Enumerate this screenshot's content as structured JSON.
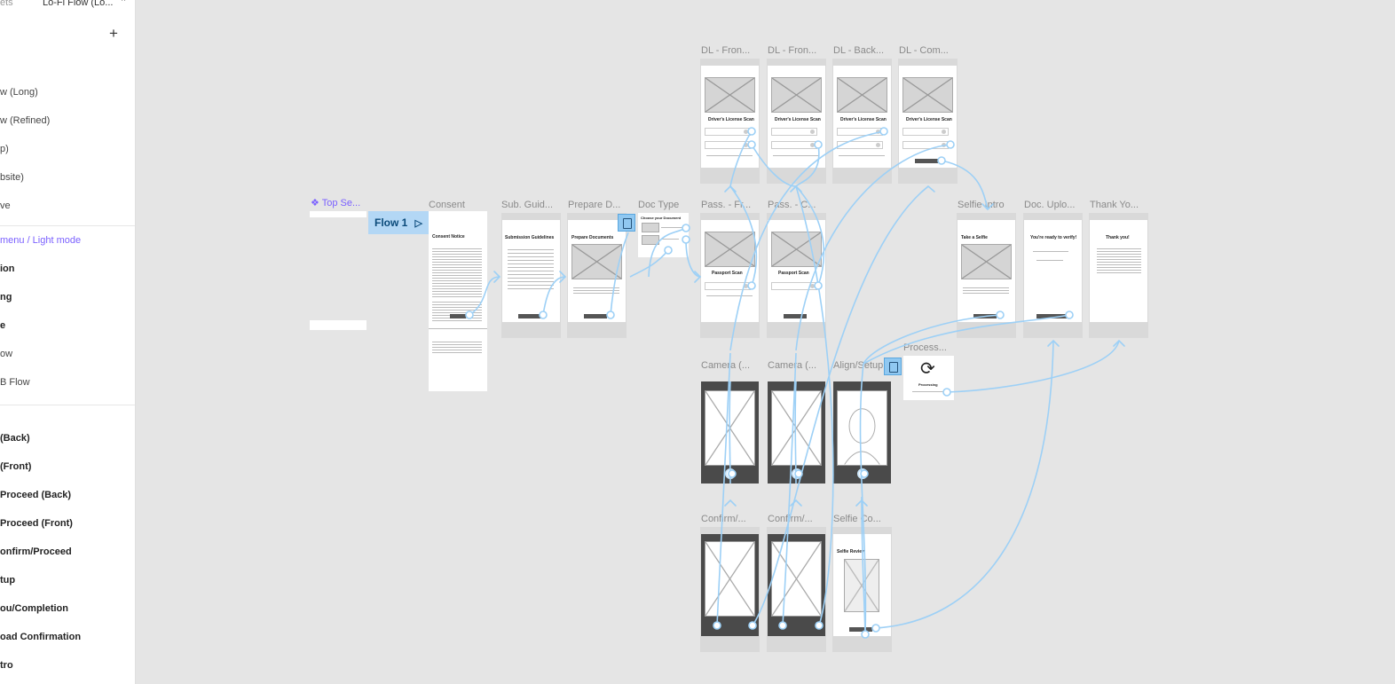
{
  "sidebar": {
    "tabs": [
      "ets",
      "Lo-Fi Flow (Lo..."
    ],
    "tab_chevron": "^",
    "add_label": "+",
    "pages": [
      "w (Long)",
      "w (Refined)",
      "p)",
      "bsite)",
      "ve",
      "menu / Light mode",
      "ion",
      "ng",
      "e",
      "ow",
      "B Flow",
      "(Back)",
      "(Front)",
      "Proceed (Back)",
      "Proceed (Front)",
      "onfirm/Proceed",
      "tup",
      "ou/Completion",
      "oad Confirmation",
      "tro"
    ]
  },
  "canvas": {
    "component_label": "❖ Top Se...",
    "flow_badge": "Flow 1",
    "flow_play": "▷",
    "frames": {
      "dl_front_1": "DL - Fron...",
      "dl_front_2": "DL - Fron...",
      "dl_back": "DL - Back...",
      "dl_complete": "DL - Com...",
      "consent": "Consent",
      "sub_guidelines": "Sub. Guid...",
      "prepare_docs": "Prepare D...",
      "doc_type": "Doc Type",
      "pass_front": "Pass. - Fr...",
      "pass_complete": "Pass. - C...",
      "selfie_intro": "Selfie Intro",
      "doc_upload": "Doc. Uplo...",
      "thank_you": "Thank Yo...",
      "camera_1": "Camera (...",
      "camera_2": "Camera (...",
      "align_setup": "Align/Setup",
      "processing": "Process...",
      "confirm_1": "Confirm/...",
      "confirm_2": "Confirm/...",
      "selfie_confirm": "Selfie Co..."
    },
    "wireframe_text": {
      "drivers_license_scan": "Driver's License Scan",
      "consent_notice": "Consent Notice",
      "submission_guidelines": "Submission Guidelines",
      "prepare_documents": "Prepare Documents",
      "choose_document": "Choose your Document",
      "passport_scan": "Passport Scan",
      "take_selfie": "Take a Selfie",
      "ready_to_verify": "You're ready to verify!",
      "thank_you": "Thank you!",
      "processing": "Processing",
      "selfie_review": "Selfie Review"
    }
  }
}
